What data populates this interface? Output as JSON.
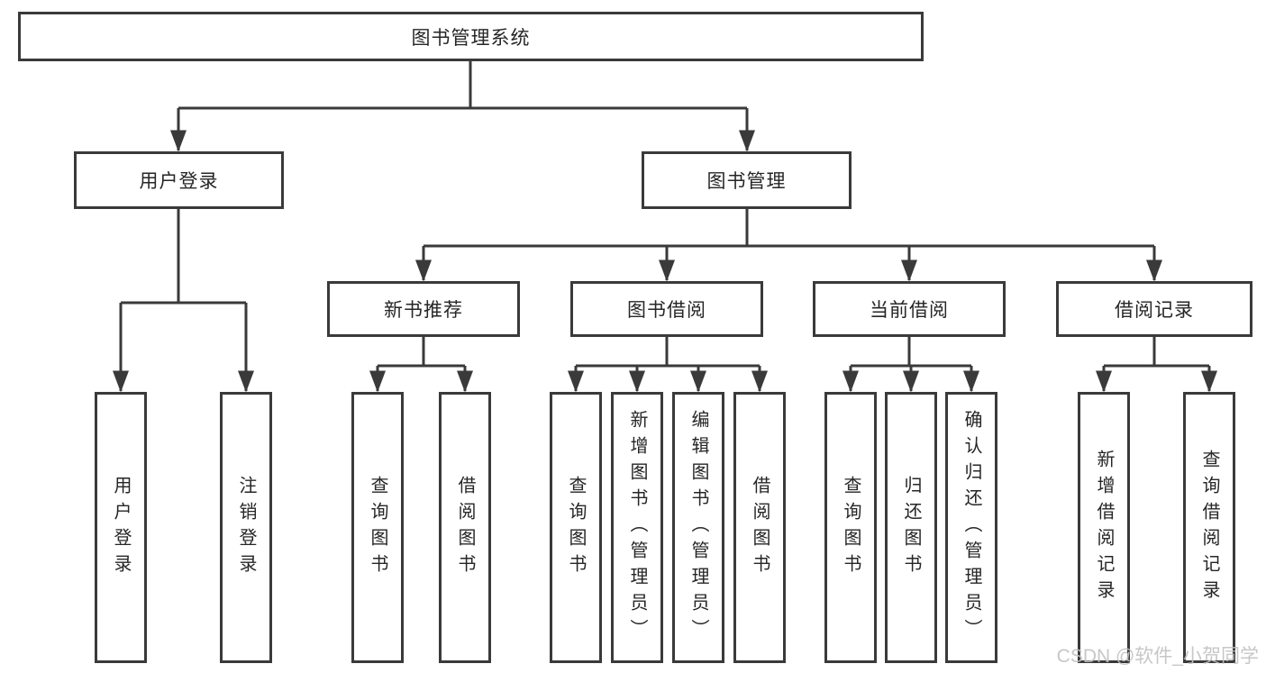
{
  "diagram": {
    "type": "hierarchy-tree",
    "nodes": {
      "root": "图书管理系统",
      "level2": {
        "user_login": "用户登录",
        "book_mgmt": "图书管理"
      },
      "user_login_children": {
        "login": "用户登录",
        "logout": "注销登录"
      },
      "book_mgmt_children": {
        "new_book_rec": "新书推荐",
        "book_borrow": "图书借阅",
        "current_borrow": "当前借阅",
        "borrow_records": "借阅记录"
      },
      "new_book_rec_children": {
        "query_book": "查询图书",
        "borrow_book": "借阅图书"
      },
      "book_borrow_children": {
        "query_book": "查询图书",
        "add_book_admin": "新增图书（管理员）",
        "edit_book_admin": "编辑图书（管理员）",
        "borrow_book": "借阅图书"
      },
      "current_borrow_children": {
        "query_book": "查询图书",
        "return_book": "归还图书",
        "confirm_return_admin": "确认归还（管理员）"
      },
      "borrow_records_children": {
        "add_record": "新增借阅记录",
        "query_record": "查询借阅记录"
      }
    },
    "edges": [
      [
        "图书管理系统",
        "用户登录"
      ],
      [
        "图书管理系统",
        "图书管理"
      ],
      [
        "用户登录",
        "用户登录"
      ],
      [
        "用户登录",
        "注销登录"
      ],
      [
        "图书管理",
        "新书推荐"
      ],
      [
        "图书管理",
        "图书借阅"
      ],
      [
        "图书管理",
        "当前借阅"
      ],
      [
        "图书管理",
        "借阅记录"
      ],
      [
        "新书推荐",
        "查询图书"
      ],
      [
        "新书推荐",
        "借阅图书"
      ],
      [
        "图书借阅",
        "查询图书"
      ],
      [
        "图书借阅",
        "新增图书（管理员）"
      ],
      [
        "图书借阅",
        "编辑图书（管理员）"
      ],
      [
        "图书借阅",
        "借阅图书"
      ],
      [
        "当前借阅",
        "查询图书"
      ],
      [
        "当前借阅",
        "归还图书"
      ],
      [
        "当前借阅",
        "确认归还（管理员）"
      ],
      [
        "借阅记录",
        "新增借阅记录"
      ],
      [
        "借阅记录",
        "查询借阅记录"
      ]
    ]
  },
  "watermark": "CSDN @软件_小贺同学",
  "colors": {
    "line": "#3a3a3a",
    "text": "#262626",
    "watermark": "#c1c1c1",
    "background": "#ffffff"
  }
}
